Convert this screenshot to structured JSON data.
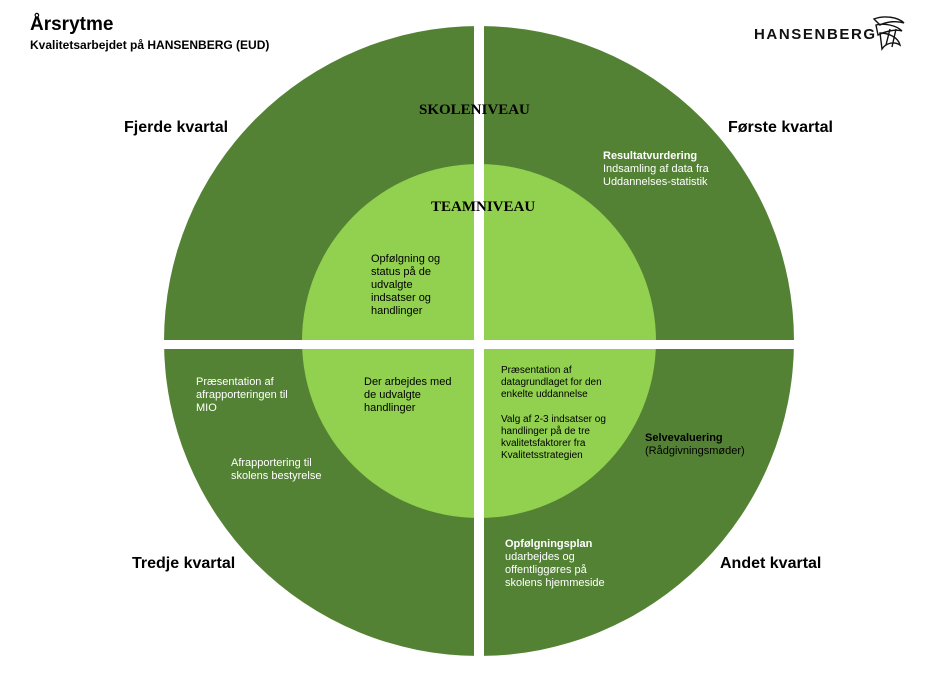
{
  "header": {
    "title": "Årsrytme",
    "subtitle": "Kvalitetsarbejdet på HANSENBERG (EUD)"
  },
  "logo": {
    "text": "HANSENBERG",
    "icon": "hansenberg-logo-mark"
  },
  "colors": {
    "outer_ring": "#548235",
    "inner_circle": "#92D050",
    "background": "#ffffff"
  },
  "levels": {
    "outer": "SKOLENIVEAU",
    "inner": "TEAMNIVEAU"
  },
  "quarters": {
    "first": "Første kvartal",
    "second": "Andet kvartal",
    "third": "Tredje kvartal",
    "fourth": "Fjerde kvartal"
  },
  "items": {
    "resultat": {
      "title": "Resultatvurdering",
      "text": "Indsamling af data fra Uddannelses-statistik"
    },
    "opfoelgning_status": {
      "text": "Opfølgning og status på de udvalgte indsatser og handlinger"
    },
    "praesentation_data": {
      "text": "Præsentation af datagrundlaget for den enkelte uddannelse"
    },
    "valg": {
      "text": "Valg af 2-3 indsatser og handlinger på de tre kvalitetsfaktorer fra Kvalitetsstrategien"
    },
    "selvevaluering": {
      "title": "Selvevaluering",
      "text": "(Rådgivningsmøder)"
    },
    "opfoelgningsplan": {
      "title": "Opfølgningsplan",
      "text": "udarbejdes og offentliggøres på skolens hjemmeside"
    },
    "arbejdes": {
      "text": "Der arbejdes med de udvalgte handlinger"
    },
    "praesentation_afrap": {
      "text": "Præsentation af afrapporteringen til MIO"
    },
    "afrapportering": {
      "text": "Afrapportering til skolens bestyrelse"
    }
  }
}
